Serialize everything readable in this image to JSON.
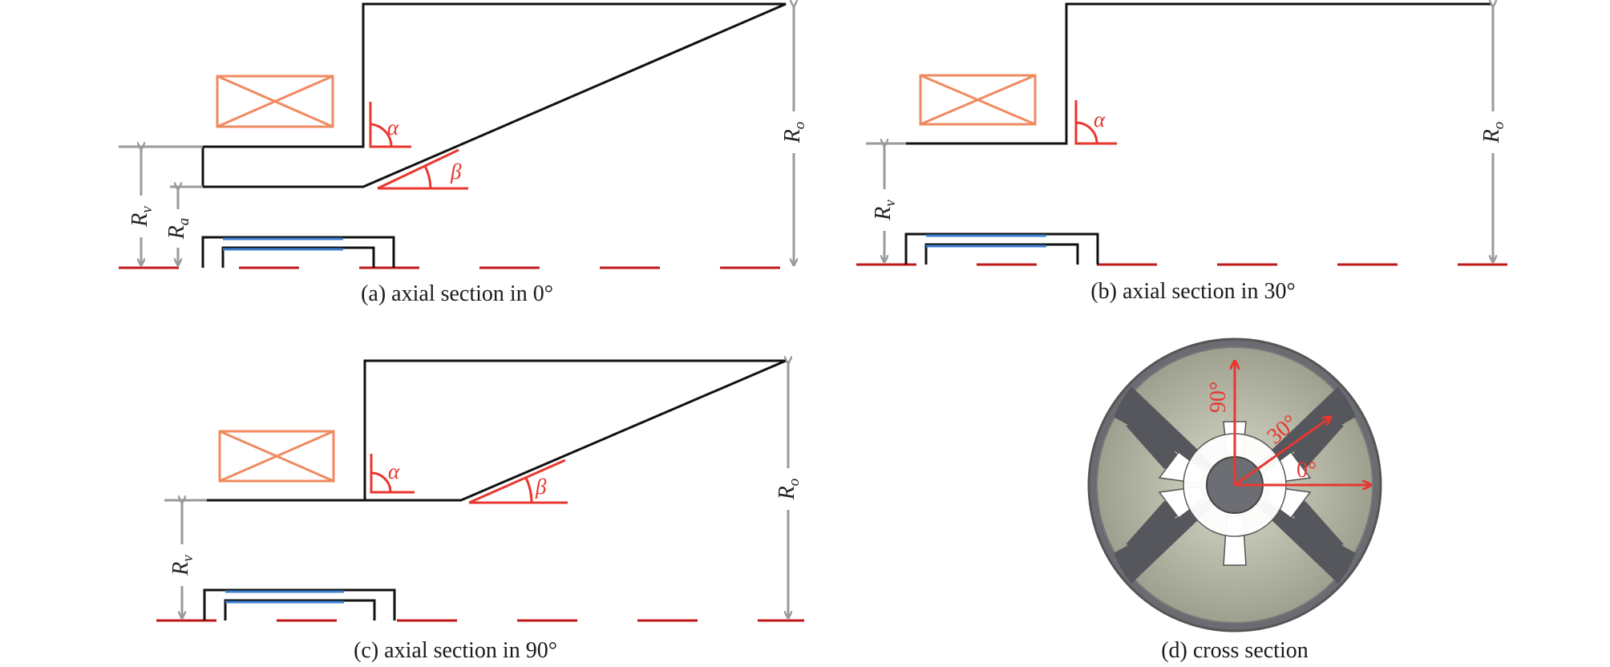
{
  "figure": {
    "panels": {
      "a": {
        "caption": "(a) axial section in 0°",
        "labels": {
          "rv": "R",
          "rv_sub": "v",
          "ra": "R",
          "ra_sub": "a",
          "ro": "R",
          "ro_sub": "o",
          "alpha": "α",
          "beta": "β"
        }
      },
      "b": {
        "caption": "(b) axial section in 30°",
        "labels": {
          "rv": "R",
          "rv_sub": "v",
          "ro": "R",
          "ro_sub": "o",
          "alpha": "α"
        }
      },
      "c": {
        "caption": "(c) axial section in 90°",
        "labels": {
          "rv": "R",
          "rv_sub": "v",
          "ro": "R",
          "ro_sub": "o",
          "alpha": "α",
          "beta": "β"
        }
      },
      "d": {
        "caption": "(d) cross section",
        "angles": [
          "0°",
          "30°",
          "90°"
        ]
      }
    },
    "colors": {
      "outline": "#111111",
      "axis_line": "#c01818",
      "annotation_red": "#e8372f",
      "dimension_gray": "#9a9a9a",
      "coil_orange": "#f08a60",
      "blue_line": "#3b7fd0",
      "disk_fill": "#b8b8a8",
      "disk_dark": "#55575d"
    }
  }
}
